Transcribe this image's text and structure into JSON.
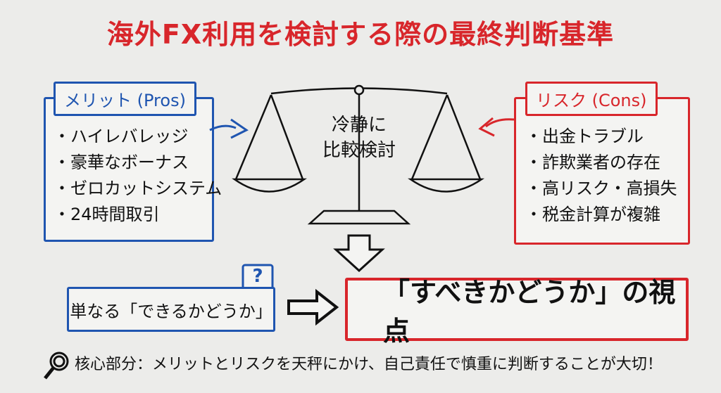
{
  "title": "海外FX利用を検討する際の最終判断基準",
  "pros": {
    "label": "メリット (Pros)",
    "items": [
      "・ハイレバレッジ",
      "・豪華なボーナス",
      "・ゼロカットシステム",
      "・24時間取引"
    ]
  },
  "cons": {
    "label": "リスク (Cons)",
    "items": [
      "・出金トラブル",
      "・詐欺業者の存在",
      "・高リスク・高損失",
      "・税金計算が複雑"
    ]
  },
  "scale": {
    "line1": "冷静に",
    "line2": "比較検討"
  },
  "question_mark": "?",
  "can_do": "単なる「できるかどうか」",
  "should_do": "「すべきかどうか」の視点",
  "bottom_note": "核心部分：メリットとリスクを天秤にかけ、自己責任で慎重に判断することが大切！",
  "colors": {
    "red": "#d8262b",
    "blue": "#1f55b0"
  }
}
